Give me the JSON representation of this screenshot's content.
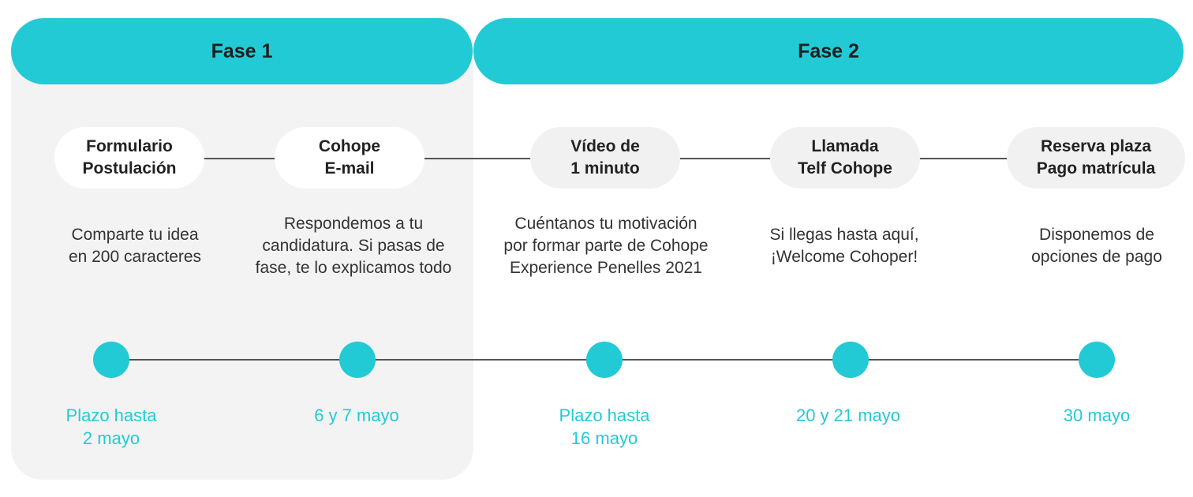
{
  "phases": [
    {
      "label": "Fase 1"
    },
    {
      "label": "Fase 2"
    }
  ],
  "steps": [
    {
      "title": [
        "Formulario",
        "Postulación"
      ],
      "description": [
        "Comparte tu idea",
        "en 200 caracteres"
      ],
      "date": [
        "Plazo hasta",
        "2 mayo"
      ]
    },
    {
      "title": [
        "Cohope",
        "E-mail"
      ],
      "description": [
        "Respondemos a tu",
        "candidatura. Si pasas de",
        "fase, te lo explicamos todo"
      ],
      "date": [
        "6 y 7 mayo"
      ]
    },
    {
      "title": [
        "Vídeo de",
        "1 minuto"
      ],
      "description": [
        "Cuéntanos tu motivación",
        "por formar parte de Cohope",
        "Experience Penelles 2021"
      ],
      "date": [
        "Plazo hasta",
        "16 mayo"
      ]
    },
    {
      "title": [
        "Llamada",
        "Telf Cohope"
      ],
      "description": [
        "Si llegas hasta aquí,",
        "¡Welcome Cohoper!"
      ],
      "date": [
        "20 y 21 mayo"
      ]
    },
    {
      "title": [
        "Reserva plaza",
        "Pago matrícula"
      ],
      "description": [
        "Disponemos de",
        "opciones de pago"
      ],
      "date": [
        "30 mayo"
      ]
    }
  ],
  "colors": {
    "accent": "#22cad5",
    "phase1_background": "#f3f3f3",
    "text": "#222222"
  }
}
